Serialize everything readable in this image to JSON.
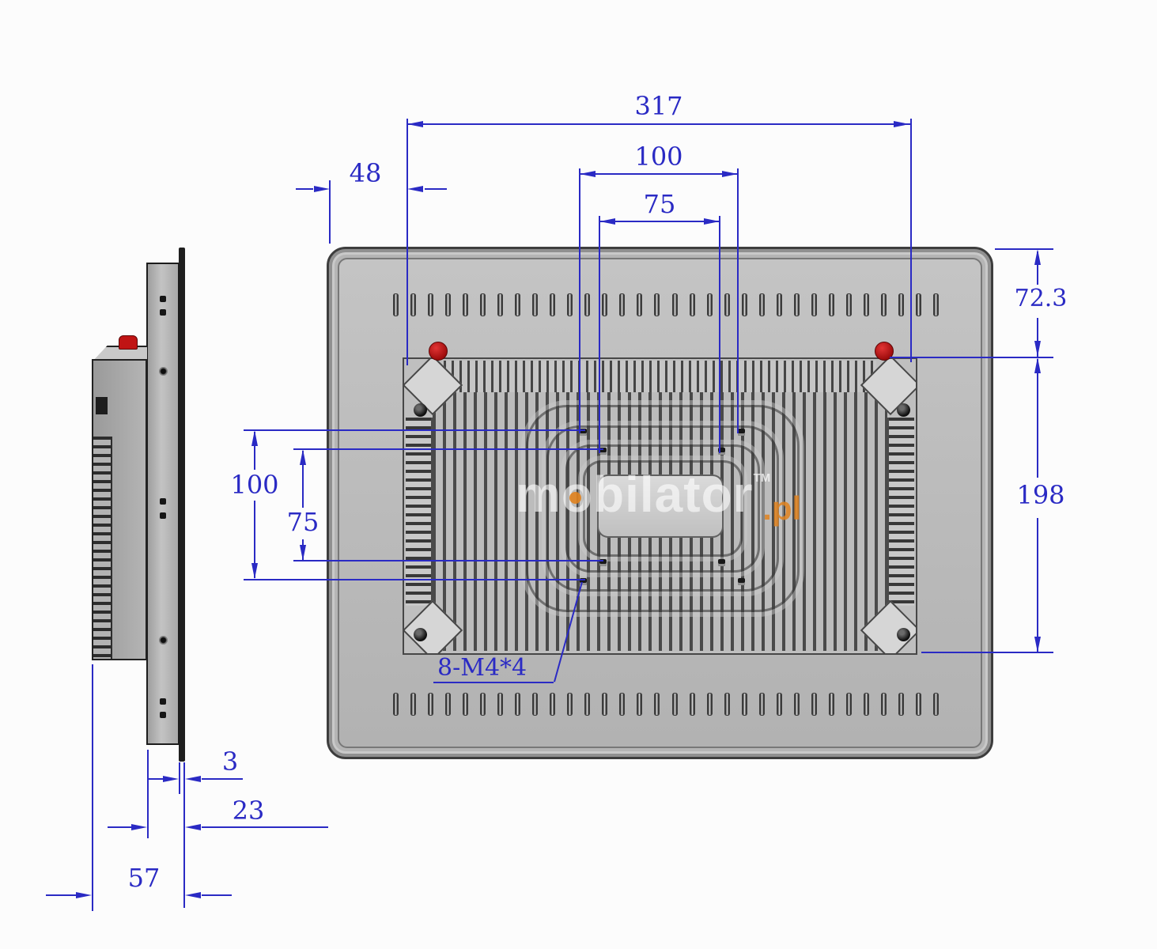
{
  "drawing": {
    "type": "technical-dimension-drawing",
    "views": {
      "side_view": "left profile of panel PC",
      "rear_view": "back of panel PC with heatsink"
    }
  },
  "dimensions": {
    "overall_width": "317",
    "vesa_width_100": "100",
    "vesa_width_75": "75",
    "left_offset": "48",
    "top_offset": "72.3",
    "mount_height": "198",
    "vesa_height_100": "100",
    "vesa_height_75": "75",
    "thread_spec": "8-M4*4",
    "bezel_lip": "3",
    "rear_depth": "23",
    "total_depth": "57"
  },
  "watermark": {
    "brand": "mobilator",
    "tld": ".pl",
    "tm": "TM"
  },
  "vents": {
    "top_count": 32,
    "bottom_count": 32
  },
  "palette": {
    "dimension_blue": "#2a2ac4",
    "screw_red": "#c01414",
    "watermark_orange": "#e0821e",
    "body_gray": "#b5b5b5"
  }
}
